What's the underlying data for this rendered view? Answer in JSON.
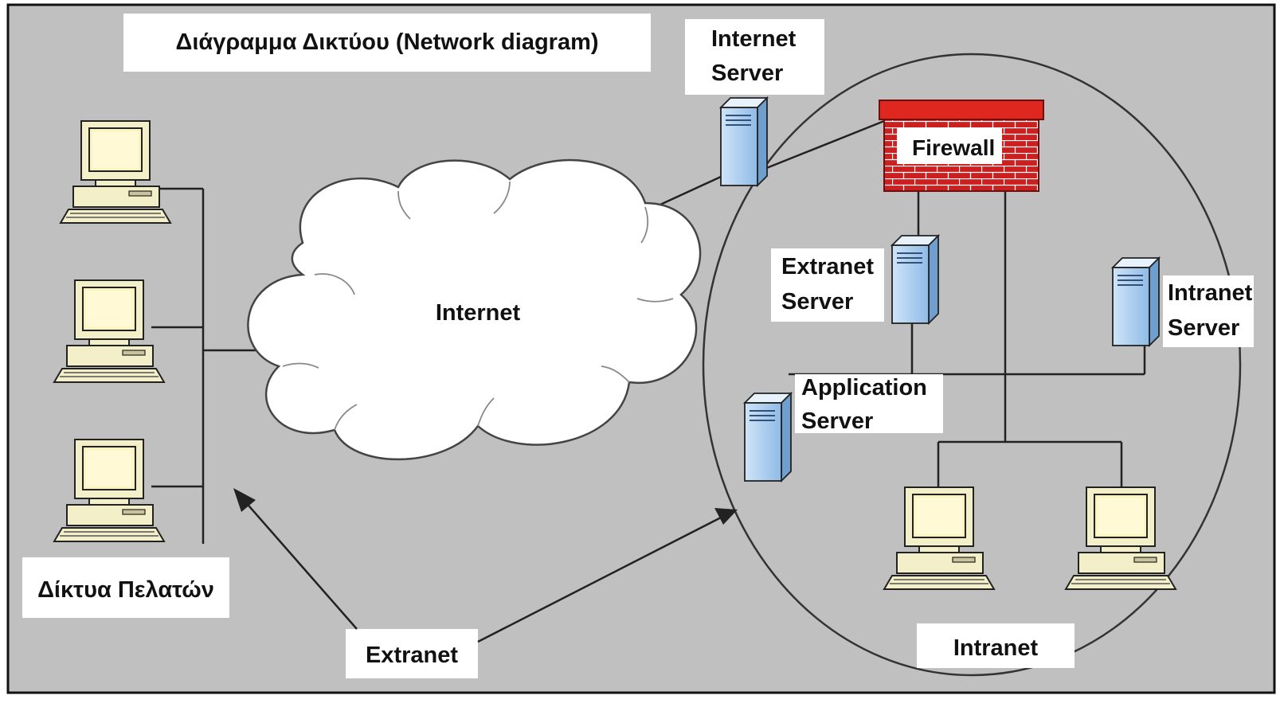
{
  "title": "Διάγραμμα Δικτύου (Network diagram)",
  "labels": {
    "internet_server": [
      "Internet",
      "Server"
    ],
    "firewall": "Firewall",
    "internet": "Internet",
    "extranet_server": [
      "Extranet",
      "Server"
    ],
    "intranet_server": [
      "Intranet",
      "Server"
    ],
    "application_server": [
      "Application",
      "Server"
    ],
    "client_networks": "Δίκτυα Πελατών",
    "extranet": "Extranet",
    "intranet": "Intranet"
  },
  "colors": {
    "background": "#c0c0c0",
    "label_box": "#ffffff",
    "firewall_red": "#cc1f1f",
    "server_blue": "#a9cdef",
    "monitor_screen": "#fbf3c0",
    "computer_body": "#f3efc8",
    "cloud": "#ffffff",
    "lines": "#222222"
  },
  "icons": {
    "client_computers": "desktop-computer-icon",
    "servers": "tower-server-icon",
    "firewall": "brick-wall-icon",
    "internet": "cloud-icon"
  }
}
